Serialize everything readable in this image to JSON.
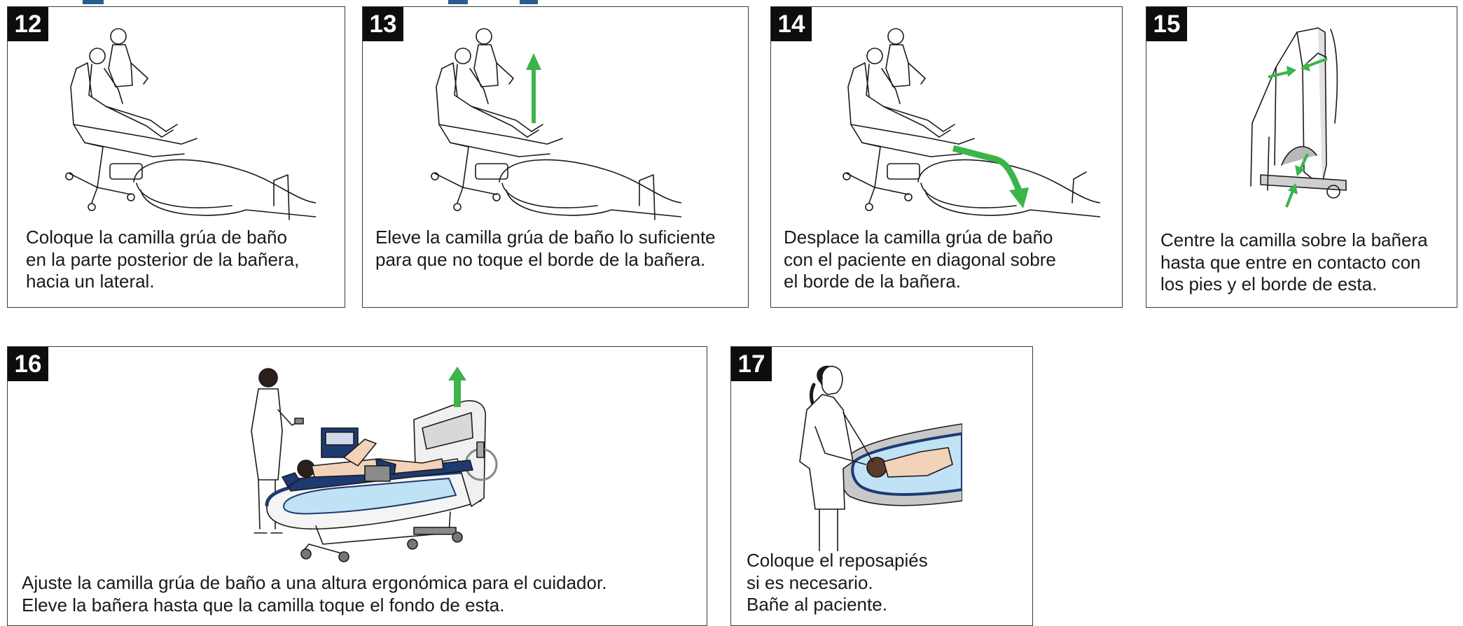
{
  "colors": {
    "arrow_green": "#3bb44a",
    "navy": "#1e3a73",
    "water": "#bfe3f5",
    "heading_blue": "#2a5d8f"
  },
  "steps": [
    {
      "number": "12",
      "lines": [
        "Coloque la camilla grúa de baño",
        "en la parte posterior de la bañera,",
        "hacia un lateral."
      ]
    },
    {
      "number": "13",
      "lines": [
        "Eleve la camilla grúa de baño lo suficiente",
        "para que no toque el borde de la bañera."
      ]
    },
    {
      "number": "14",
      "lines": [
        "Desplace la camilla grúa de baño",
        "con el paciente en diagonal sobre",
        "el borde de la bañera."
      ]
    },
    {
      "number": "15",
      "lines": [
        "Centre la camilla sobre la bañera",
        "hasta que entre en contacto con",
        "los pies y el borde de esta."
      ]
    },
    {
      "number": "16",
      "lines": [
        "Ajuste la camilla grúa de baño a una altura ergonómica para el cuidador.",
        "Eleve la bañera hasta que la camilla toque el fondo de esta."
      ]
    },
    {
      "number": "17",
      "lines": [
        "Coloque el reposapiés",
        "si es necesario.",
        "Bañe al paciente."
      ]
    }
  ],
  "icons": [
    "lift-chair-illustration",
    "up-arrow-icon",
    "diagonal-arrow-icon",
    "alignment-arrows-icon",
    "bathtub-lift-illustration",
    "caregiver-bathing-illustration"
  ]
}
